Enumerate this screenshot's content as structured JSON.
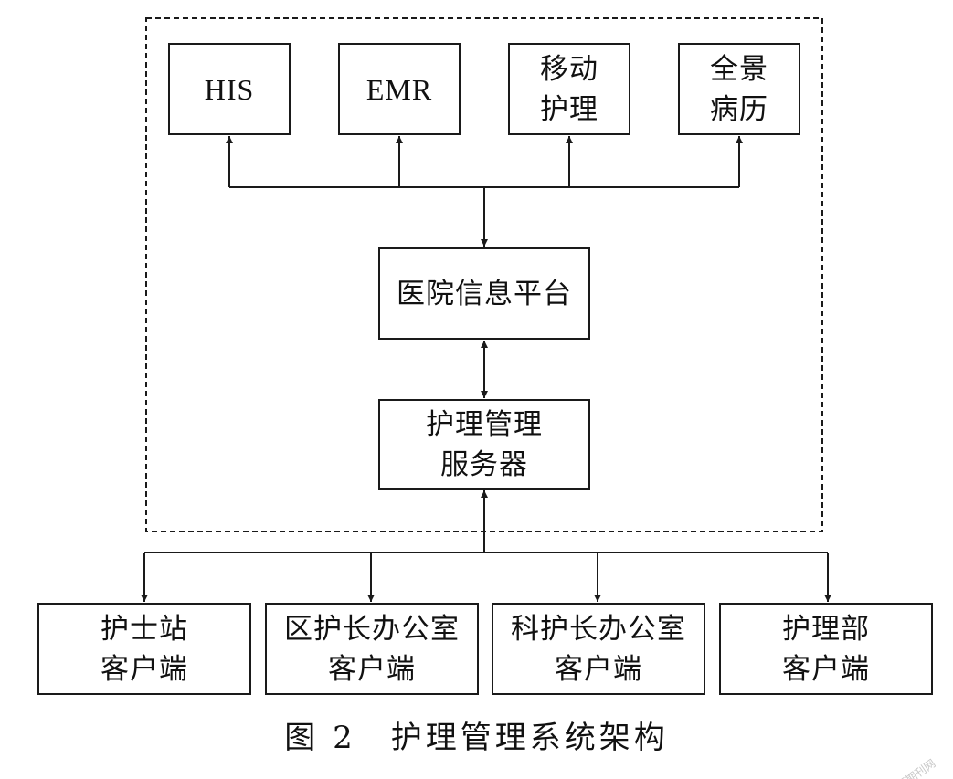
{
  "systems": {
    "his": "HIS",
    "emr": "EMR",
    "mobile_nursing": [
      "移动",
      "护理"
    ],
    "full_record": [
      "全景",
      "病历"
    ]
  },
  "platform": "医院信息平台",
  "server": [
    "护理管理",
    "服务器"
  ],
  "clients": {
    "nurse_station": [
      "护士站",
      "客户端"
    ],
    "ward_head_office": [
      "区护长办公室",
      "客户端"
    ],
    "dept_head_office": [
      "科护长办公室",
      "客户端"
    ],
    "nursing_dept": [
      "护理部",
      "客户端"
    ]
  },
  "caption": "图 2　护理管理系统架构",
  "watermark": "龙源期刊网",
  "colors": {
    "line": "#1a1a1a",
    "background": "#ffffff"
  }
}
